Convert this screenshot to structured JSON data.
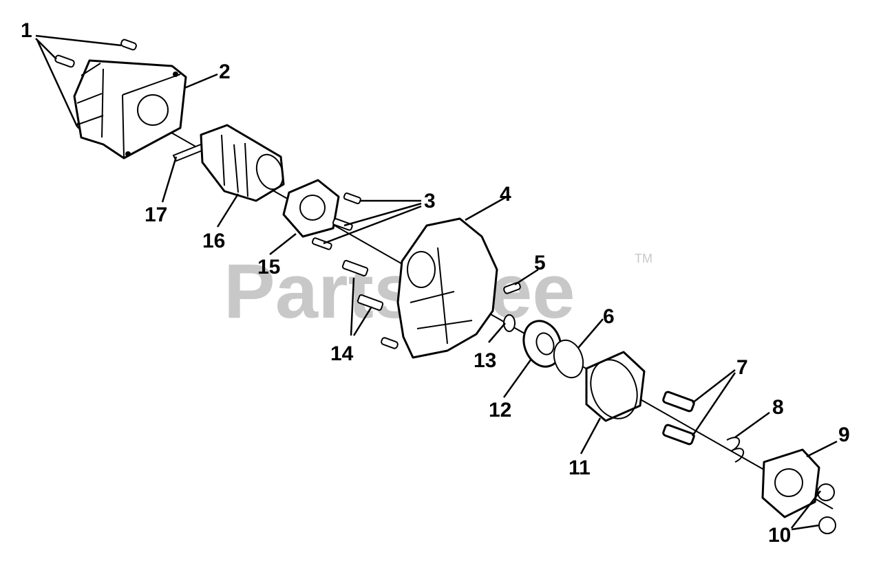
{
  "watermark": {
    "text": "PartsTree",
    "trademark": "TM"
  },
  "callouts": [
    {
      "id": "1",
      "label": "1"
    },
    {
      "id": "2",
      "label": "2"
    },
    {
      "id": "3",
      "label": "3"
    },
    {
      "id": "4",
      "label": "4"
    },
    {
      "id": "5",
      "label": "5"
    },
    {
      "id": "6",
      "label": "6"
    },
    {
      "id": "7",
      "label": "7"
    },
    {
      "id": "8",
      "label": "8"
    },
    {
      "id": "9",
      "label": "9"
    },
    {
      "id": "10",
      "label": "10"
    },
    {
      "id": "11",
      "label": "11"
    },
    {
      "id": "12",
      "label": "12"
    },
    {
      "id": "13",
      "label": "13"
    },
    {
      "id": "14",
      "label": "14"
    },
    {
      "id": "15",
      "label": "15"
    },
    {
      "id": "16",
      "label": "16"
    },
    {
      "id": "17",
      "label": "17"
    }
  ]
}
